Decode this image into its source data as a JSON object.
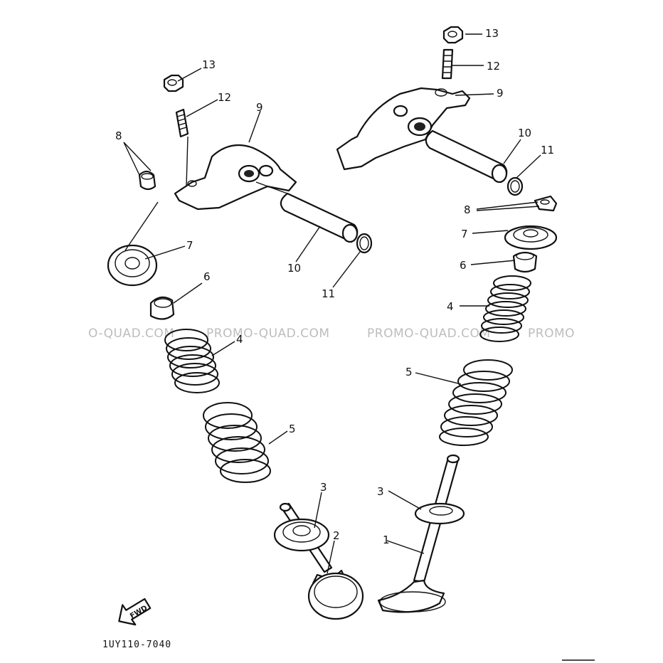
{
  "diagram": {
    "figure_code": "1UY110-7040",
    "direction_label": "FWD",
    "watermarks": [
      "O-QUAD.COM",
      "PROMO-QUAD.COM",
      "PROMO-QUAD.COM",
      "PROMO"
    ],
    "callouts": {
      "n1": "1",
      "n2": "2",
      "n3": "3",
      "n4": "4",
      "n5": "5",
      "n6": "6",
      "n7": "7",
      "n8": "8",
      "n9": "9",
      "n10": "10",
      "n11": "11",
      "n12": "12",
      "n13": "13"
    }
  }
}
